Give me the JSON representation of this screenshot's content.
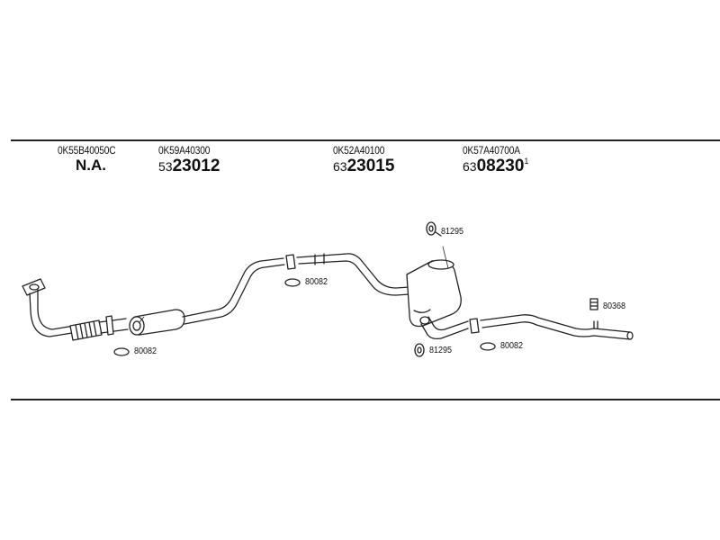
{
  "parts": [
    {
      "oe_number": "0K55B40050C",
      "article": "N.A.",
      "prefix": "",
      "main": "",
      "suffix": ""
    },
    {
      "oe_number": "0K59A40300",
      "article": "",
      "prefix": "53",
      "main": "23012",
      "suffix": ""
    },
    {
      "oe_number": "0K52A40100",
      "article": "",
      "prefix": "63",
      "main": "23015",
      "suffix": ""
    },
    {
      "oe_number": "0K57A40700A",
      "article": "",
      "prefix": "63",
      "main": "08230",
      "suffix": "1"
    }
  ],
  "callouts": {
    "gasket_front": "80082",
    "gasket_mid": "80082",
    "hanger_top": "81295",
    "hanger_bottom": "81295",
    "gasket_rear": "80082",
    "clamp_rear": "80368"
  }
}
